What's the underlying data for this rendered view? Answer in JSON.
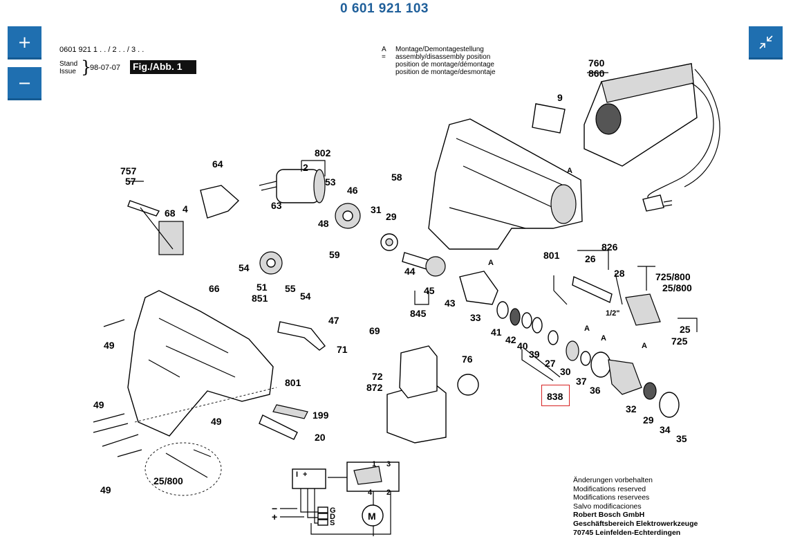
{
  "document": {
    "part_number": "0 601 921 103",
    "series_code": "0601 921 1 . . / 2 . . / 3 . .",
    "stand_label": "Stand",
    "issue_label": "Issue",
    "date": "98-07-07",
    "figure_label": "Fig./Abb. 1"
  },
  "assembly_note": {
    "key": "A =",
    "lines": [
      "Montage/Demontagestellung",
      "assembly/disassembly position",
      "position de montage/démontage",
      "position de montage/desmontaje"
    ]
  },
  "controls": {
    "zoom_in_symbol": "+",
    "zoom_out_symbol": "−",
    "fit_symbol": "⤡",
    "zoom_in_icon": "plus-icon",
    "zoom_out_icon": "minus-icon",
    "fit_icon": "collapse-arrows-icon",
    "accent_color": "#1f6fb0"
  },
  "labels": {
    "l760": "760",
    "l860": "860",
    "l9": "9",
    "l802": "802",
    "l2": "2",
    "l64": "64",
    "l757": "757",
    "l57": "57",
    "l53": "53",
    "l46": "46",
    "l58": "58",
    "l68": "68",
    "l63": "63",
    "l31": "31",
    "l4": "4",
    "l48": "48",
    "l29a": "29",
    "l54a": "54",
    "l51": "51",
    "l851": "851",
    "l55": "55",
    "l54b": "54",
    "l59": "59",
    "l44": "44",
    "l45": "45",
    "l43": "43",
    "l845": "845",
    "l826": "826",
    "l26": "26",
    "l28": "28",
    "l725_800": "725/800",
    "l25_800a": "25/800",
    "lhalf": "1/2\"",
    "l25": "25",
    "l725": "725",
    "l801a": "801",
    "l66": "66",
    "l47": "47",
    "l69": "69",
    "l33": "33",
    "l41": "41",
    "l42": "42",
    "l40": "40",
    "l39": "39",
    "l27": "27",
    "l30": "30",
    "l37": "37",
    "l36": "36",
    "l838": "838",
    "l49a": "49",
    "l71": "71",
    "l76": "76",
    "l72": "72",
    "l872": "872",
    "l801b": "801",
    "l32": "32",
    "l29b": "29",
    "l34": "34",
    "l35": "35",
    "l49b": "49",
    "l49c": "49",
    "l199": "199",
    "l20": "20",
    "l25_800b": "25/800",
    "l49d": "49",
    "lA1": "A",
    "lA2": "A",
    "lA3": "A",
    "lA4": "A",
    "lA5": "A",
    "cG": "G",
    "cD": "D",
    "cS": "S",
    "cM": "M",
    "cMinus": "−",
    "cPlus": "+",
    "cI": "I",
    "cIplus": "+",
    "c1": "1",
    "c3": "3",
    "c4": "4",
    "c2": "2"
  },
  "highlight": {
    "label": "838",
    "color": "#d62020"
  },
  "footer": {
    "lines": [
      "Änderungen vorbehalten",
      "Modifications reserved",
      "Modifications reservees",
      "Salvo modificaciones"
    ],
    "company_lines": [
      "Robert Bosch GmbH",
      "Geschäftsbereich Elektrowerkzeuge",
      "70745 Leinfelden-Echterdingen"
    ]
  }
}
